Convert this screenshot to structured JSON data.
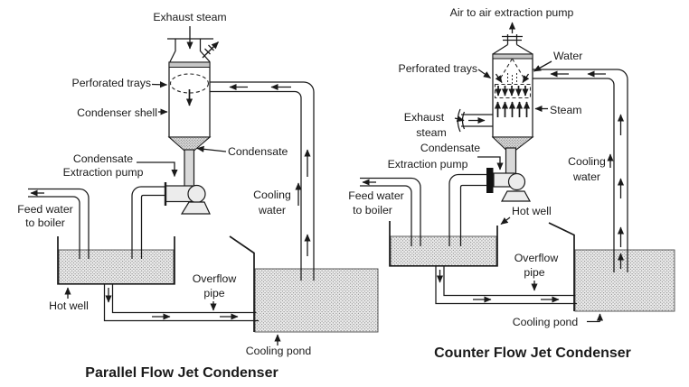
{
  "colors": {
    "ink": "#1a1a1a",
    "paper": "#ffffff"
  },
  "left": {
    "caption": "Parallel Flow Jet Condenser",
    "exhaust_steam": "Exhaust steam",
    "perforated_trays": "Perforated trays",
    "condenser_shell": "Condenser shell",
    "condensate": "Condensate",
    "pump_l1": "Condensate",
    "pump_l2": "Extraction pump",
    "feed_l1": "Feed water",
    "feed_l2": "to boiler",
    "cooling_l1": "Cooling",
    "cooling_l2": "water",
    "hot_well": "Hot well",
    "overflow_l1": "Overflow",
    "overflow_l2": "pipe",
    "cooling_pond": "Cooling pond"
  },
  "right": {
    "caption": "Counter Flow Jet Condenser",
    "air_pump": "Air to air extraction pump",
    "water": "Water",
    "perforated_trays": "Perforated trays",
    "steam": "Steam",
    "exhaust_l1": "Exhaust",
    "exhaust_l2": "steam",
    "pump_l1": "Condensate",
    "pump_l2": "Extraction pump",
    "feed_l1": "Feed water",
    "feed_l2": "to boiler",
    "cooling_l1": "Cooling",
    "cooling_l2": "water",
    "hot_well": "Hot well",
    "overflow_l1": "Overflow",
    "overflow_l2": "pipe",
    "cooling_pond": "Cooling pond"
  }
}
